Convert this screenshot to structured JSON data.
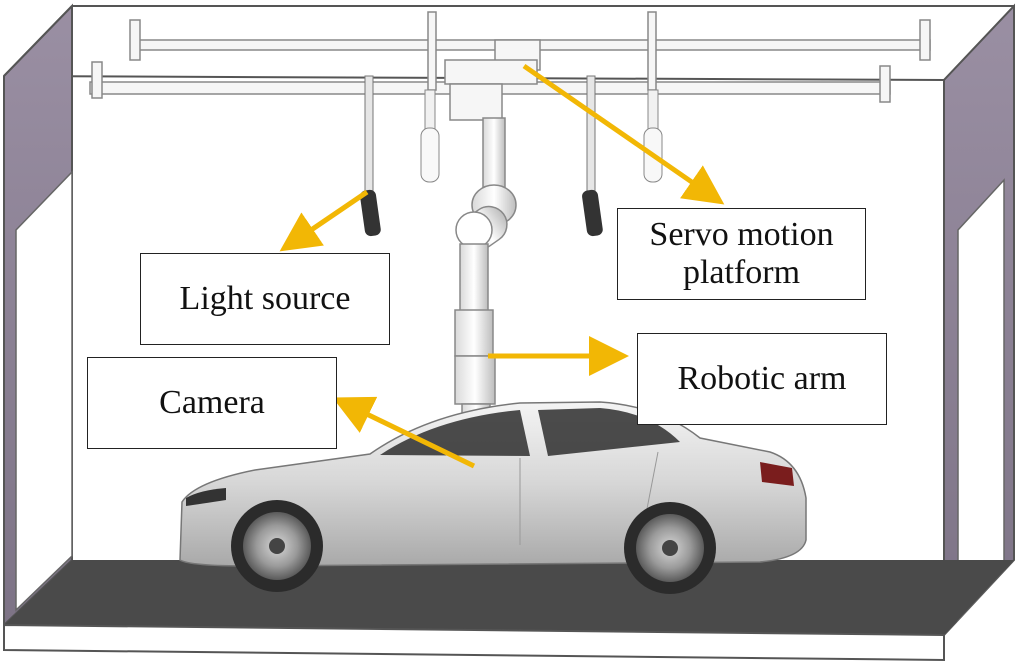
{
  "labels": {
    "servo_line1": "Servo motion",
    "servo_line2": "platform",
    "light_source": "Light source",
    "robotic_arm": "Robotic arm",
    "camera": "Camera"
  },
  "colors": {
    "arrow": "#f2b705",
    "floor": "#4a4a4a",
    "side_panel": "#8d8296",
    "frame_line": "#555555"
  }
}
